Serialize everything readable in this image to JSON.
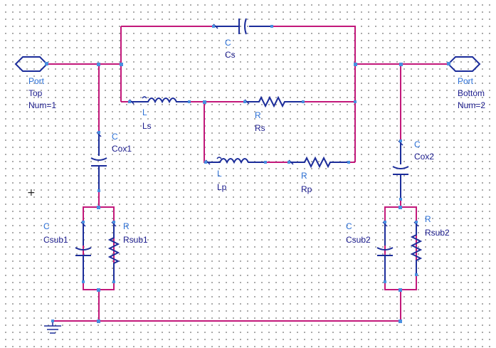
{
  "colors": {
    "wire": "#c2187a",
    "component": "#1c2d9a",
    "label": "#2a6fd6",
    "pin": "#4a8fe0"
  },
  "ports": [
    {
      "name": "Port",
      "id": "Top",
      "num": "Num=1"
    },
    {
      "name": "Port",
      "id": "Bottom",
      "num": "Num=2"
    }
  ],
  "components": [
    {
      "type": "C",
      "name": "Cs"
    },
    {
      "type": "L",
      "name": "Ls"
    },
    {
      "type": "R",
      "name": "Rs"
    },
    {
      "type": "L",
      "name": "Lp"
    },
    {
      "type": "R",
      "name": "Rp"
    },
    {
      "type": "C",
      "name": "Cox1"
    },
    {
      "type": "C",
      "name": "Cox2"
    },
    {
      "type": "C",
      "name": "Csub1"
    },
    {
      "type": "R",
      "name": "Rsub1"
    },
    {
      "type": "C",
      "name": "Csub2"
    },
    {
      "type": "R",
      "name": "Rsub2"
    }
  ],
  "cursor_glyph": "+",
  "icons": [
    "port-icon",
    "ground-icon",
    "capacitor-icon",
    "inductor-icon",
    "resistor-icon"
  ]
}
